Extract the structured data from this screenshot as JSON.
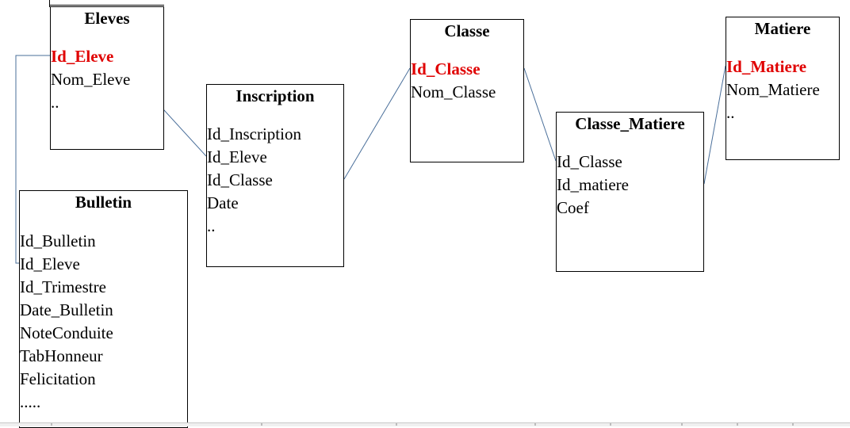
{
  "diagram": {
    "entities": [
      {
        "id": "eleves",
        "title": "Eleves",
        "fields": [
          {
            "label": "Id_Eleve",
            "pk": true
          },
          {
            "label": "Nom_Eleve",
            "pk": false
          },
          {
            "label": "..",
            "pk": false
          }
        ]
      },
      {
        "id": "inscription",
        "title": "Inscription",
        "fields": [
          {
            "label": "Id_Inscription",
            "pk": false
          },
          {
            "label": "Id_Eleve",
            "pk": false
          },
          {
            "label": "Id_Classe",
            "pk": false
          },
          {
            "label": "Date",
            "pk": false
          },
          {
            "label": "..",
            "pk": false
          }
        ]
      },
      {
        "id": "classe",
        "title": "Classe",
        "fields": [
          {
            "label": "Id_Classe",
            "pk": true
          },
          {
            "label": "Nom_Classe",
            "pk": false
          }
        ]
      },
      {
        "id": "classe-matiere",
        "title": "Classe_Matiere",
        "fields": [
          {
            "label": "Id_Classe",
            "pk": false
          },
          {
            "label": "Id_matiere",
            "pk": false
          },
          {
            "label": "Coef",
            "pk": false
          }
        ]
      },
      {
        "id": "matiere",
        "title": "Matiere",
        "fields": [
          {
            "label": "Id_Matiere",
            "pk": true
          },
          {
            "label": "Nom_Matiere",
            "pk": false
          },
          {
            "label": "..",
            "pk": false
          }
        ]
      },
      {
        "id": "bulletin",
        "title": "Bulletin",
        "fields": [
          {
            "label": "Id_Bulletin",
            "pk": false
          },
          {
            "label": "Id_Eleve",
            "pk": false
          },
          {
            "label": "Id_Trimestre",
            "pk": false
          },
          {
            "label": "Date_Bulletin",
            "pk": false
          },
          {
            "label": "NoteConduite",
            "pk": false
          },
          {
            "label": "TabHonneur",
            "pk": false
          },
          {
            "label": "Felicitation",
            "pk": false
          },
          {
            "label": ".....",
            "pk": false
          }
        ]
      }
    ],
    "relationships": [
      {
        "from": "eleves.Id_Eleve",
        "to": "inscription.Id_Eleve"
      },
      {
        "from": "eleves.Id_Eleve",
        "to": "bulletin.Id_Eleve"
      },
      {
        "from": "inscription.Id_Classe",
        "to": "classe.Id_Classe"
      },
      {
        "from": "classe.Id_Classe",
        "to": "classe-matiere.Id_Classe"
      },
      {
        "from": "classe-matiere.Id_matiere",
        "to": "matiere.Id_Matiere"
      }
    ],
    "colors": {
      "primary_key": "#e00000",
      "link_line": "#4a6f9a",
      "border": "#000000"
    }
  }
}
